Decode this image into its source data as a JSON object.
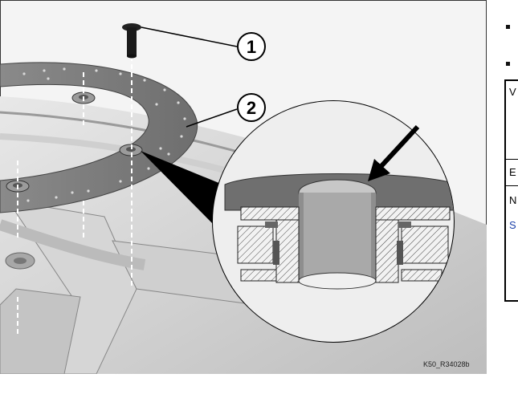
{
  "figure": {
    "callouts": [
      "1",
      "2"
    ],
    "image_code": "K50_R34028b"
  },
  "side_table": {
    "cells": [
      "V",
      "E",
      "N",
      "S"
    ]
  }
}
